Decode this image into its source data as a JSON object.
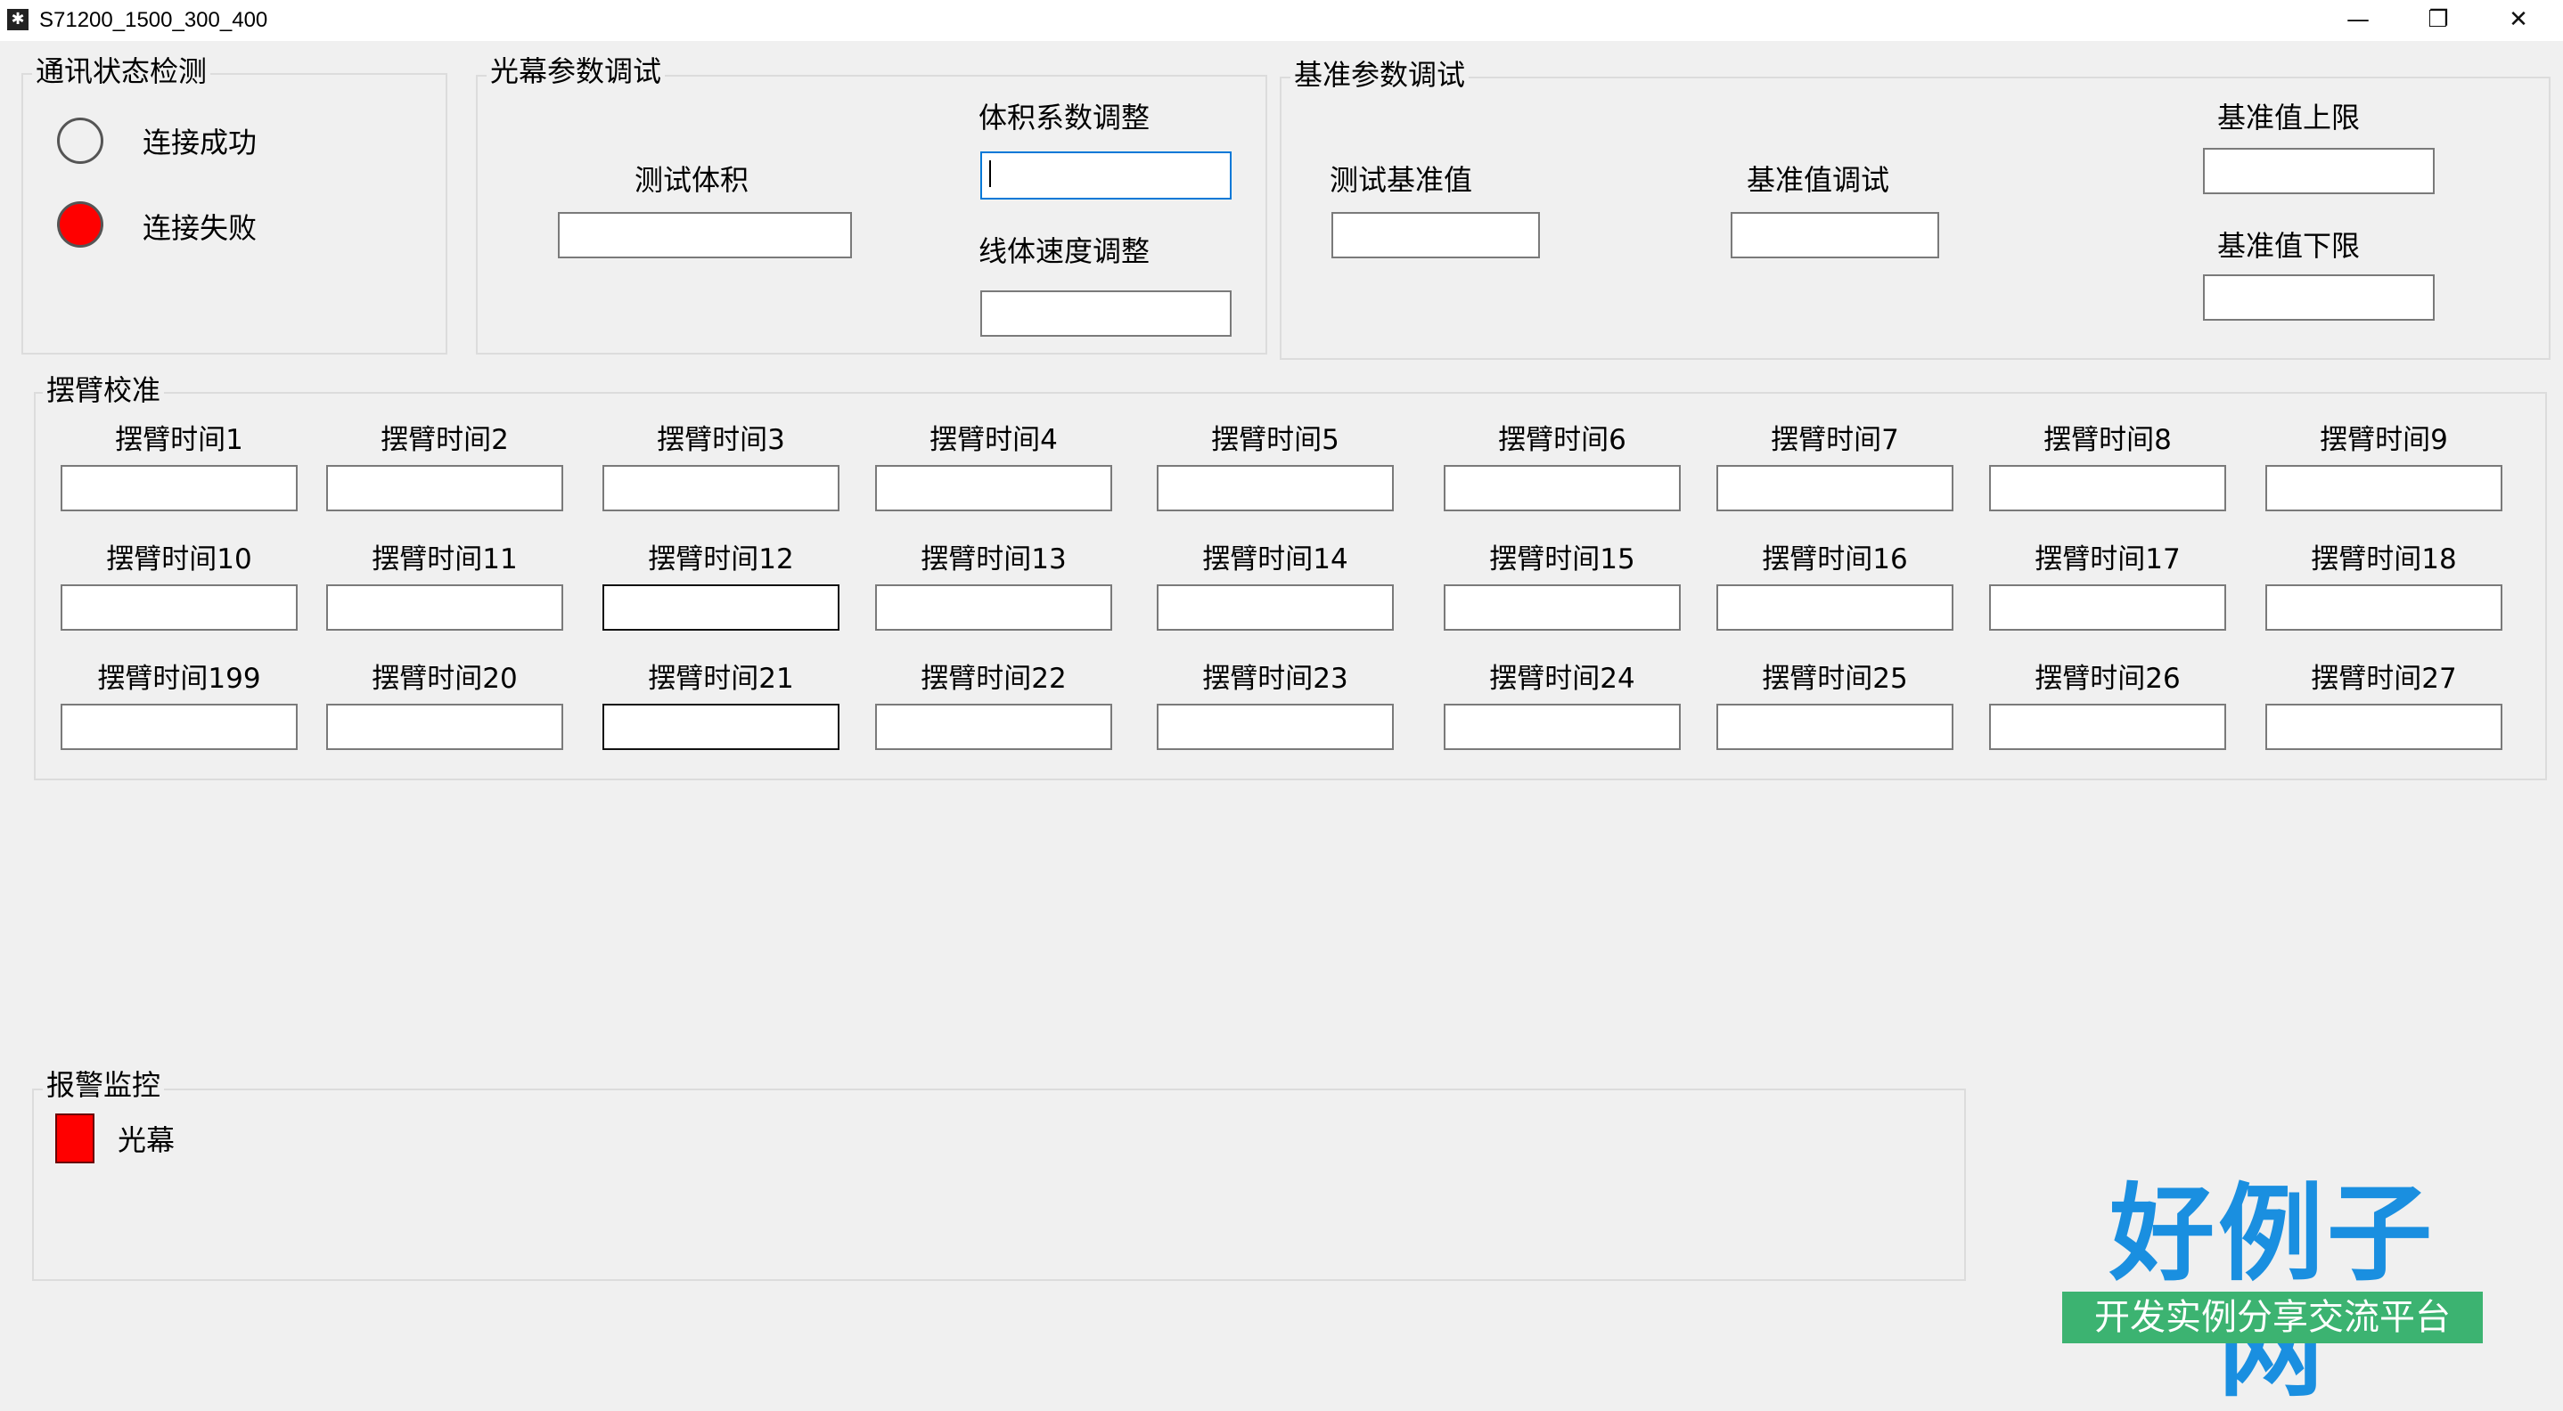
{
  "window": {
    "title": "S71200_1500_300_400",
    "controls": {
      "minimize": "—",
      "restore": "❐",
      "close": "✕"
    }
  },
  "comm": {
    "legend": "通讯状态检测",
    "success_label": "连接成功",
    "fail_label": "连接失败",
    "success_indicator_color": "#f0f0f0",
    "fail_indicator_color": "#ff0000"
  },
  "curtain": {
    "legend": "光幕参数调试",
    "test_volume_label": "测试体积",
    "volume_coef_label": "体积系数调整",
    "line_speed_label": "线体速度调整",
    "test_volume_value": "",
    "volume_coef_value": "",
    "line_speed_value": ""
  },
  "baseline": {
    "legend": "基准参数调试",
    "test_baseline_label": "测试基准值",
    "baseline_debug_label": "基准值调试",
    "upper_limit_label": "基准值上限",
    "lower_limit_label": "基准值下限",
    "test_baseline_value": "",
    "baseline_debug_value": "",
    "upper_limit_value": "",
    "lower_limit_value": ""
  },
  "swing": {
    "legend": "摆臂校准",
    "cells": [
      {
        "label": "摆臂时间1",
        "value": ""
      },
      {
        "label": "摆臂时间2",
        "value": ""
      },
      {
        "label": "摆臂时间3",
        "value": ""
      },
      {
        "label": "摆臂时间4",
        "value": ""
      },
      {
        "label": "摆臂时间5",
        "value": ""
      },
      {
        "label": "摆臂时间6",
        "value": ""
      },
      {
        "label": "摆臂时间7",
        "value": ""
      },
      {
        "label": "摆臂时间8",
        "value": ""
      },
      {
        "label": "摆臂时间9",
        "value": ""
      },
      {
        "label": "摆臂时间10",
        "value": ""
      },
      {
        "label": "摆臂时间11",
        "value": ""
      },
      {
        "label": "摆臂时间12",
        "value": ""
      },
      {
        "label": "摆臂时间13",
        "value": ""
      },
      {
        "label": "摆臂时间14",
        "value": ""
      },
      {
        "label": "摆臂时间15",
        "value": ""
      },
      {
        "label": "摆臂时间16",
        "value": ""
      },
      {
        "label": "摆臂时间17",
        "value": ""
      },
      {
        "label": "摆臂时间18",
        "value": ""
      },
      {
        "label": "摆臂时间199",
        "value": ""
      },
      {
        "label": "摆臂时间20",
        "value": ""
      },
      {
        "label": "摆臂时间21",
        "value": ""
      },
      {
        "label": "摆臂时间22",
        "value": ""
      },
      {
        "label": "摆臂时间23",
        "value": ""
      },
      {
        "label": "摆臂时间24",
        "value": ""
      },
      {
        "label": "摆臂时间25",
        "value": ""
      },
      {
        "label": "摆臂时间26",
        "value": ""
      },
      {
        "label": "摆臂时间27",
        "value": ""
      }
    ]
  },
  "alarm": {
    "legend": "报警监控",
    "curtain_label": "光幕",
    "curtain_indicator_color": "#ff0000"
  },
  "watermark": {
    "brand": "好例子网",
    "tagline": "开发实例分享交流平台"
  }
}
